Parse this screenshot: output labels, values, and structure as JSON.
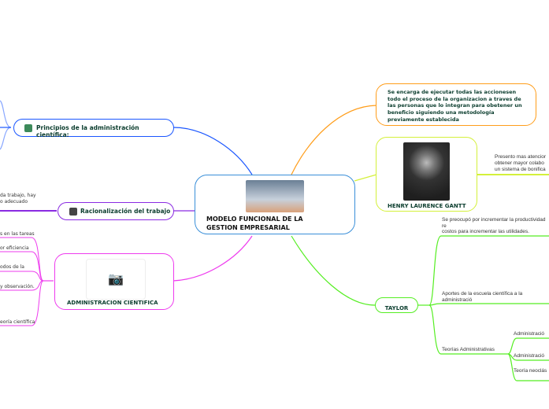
{
  "central": {
    "title": "MODELO FUNCIONAL DE LA GESTION EMPRESARIAL",
    "image": "people-on-hand-photo"
  },
  "nodes": {
    "principios": {
      "label": "Principios de la administración científica:",
      "icon": "manager-icon",
      "color": "#1a56ff"
    },
    "racionalizacion": {
      "label": "Racionalización del trabajo",
      "icon": "cabinet-icon",
      "color": "#8a2be2",
      "detail": [
        "da trabajo, hay",
        "o adecuado"
      ]
    },
    "admin_cientifica": {
      "label": "ADMINISTRACION CIENTIFICA",
      "icon": "camera-icon",
      "color": "#ee3bee",
      "items": [
        "s en las tareas",
        "or eficiencia",
        "odos de la",
        "y observación.",
        "eoría científica"
      ]
    },
    "definicion": {
      "label": "Se encarga de ejecutar todas las accionesen todo el proceso de la organizacion a traves de las personas que lo integran para obetener un beneficio siguiendo una metodología previamente establecida",
      "color": "#ff9d1a"
    },
    "gantt": {
      "label": "HENRY LAURENCE GANTT",
      "image": "henry-gantt-portrait",
      "color": "#d4f03a",
      "detail": [
        "Presento mas atencior",
        "obtener mayor colabo",
        "un sistema de bonifica"
      ]
    },
    "taylor": {
      "label": "TAYLOR",
      "color": "#55ee22",
      "items": [
        "Se preocupó por incrementar la productividad re",
        "costos para incrementar las utilidades.",
        "Aportes de la escuela científica a la administració",
        "Teorías Administrativas"
      ],
      "sub": [
        "Administració",
        "Administració",
        "Teoría neoclás"
      ]
    }
  }
}
